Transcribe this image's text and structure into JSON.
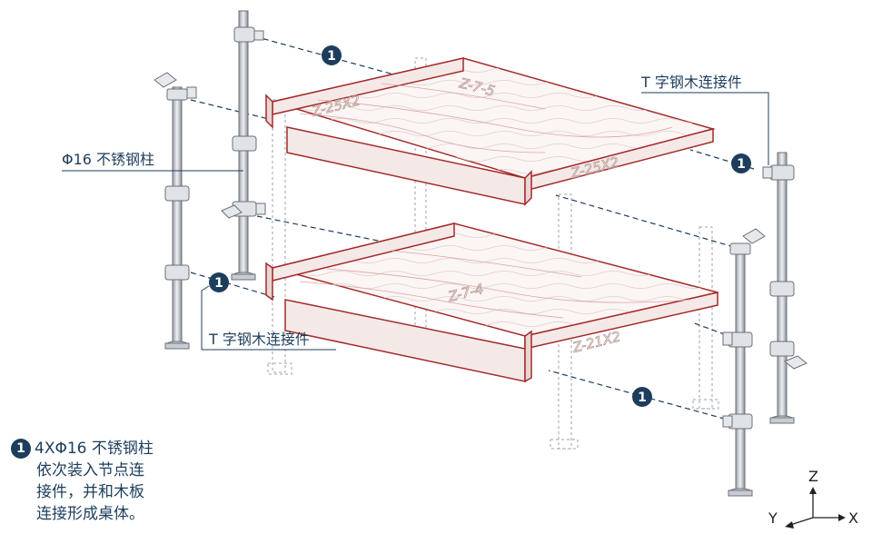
{
  "callouts": {
    "step": "1",
    "rod_label": "Φ16 不锈钢柱",
    "connector_label_top": "T 字钢木连接件",
    "connector_label_bottom": "T 字钢木连接件"
  },
  "boards": {
    "top_left_end": "Z-25X2",
    "top_middle": "Z-7-5",
    "top_right_end": "Z-25X2",
    "bottom_middle": "Z-7-4",
    "bottom_right_end": "Z-21X2"
  },
  "note": {
    "number": "1",
    "lines": [
      "4XΦ16 不锈钢柱",
      "依次装入节点连",
      "接件，并和木板",
      "连接形成桌体。"
    ]
  },
  "axes": {
    "z": "Z",
    "y": "Y",
    "x": "X"
  },
  "colors": {
    "ink": "#1d3d5c",
    "wood_edge": "#a32a2a",
    "wood_grain": "#d6c5c3",
    "steel": "#6b7078"
  }
}
